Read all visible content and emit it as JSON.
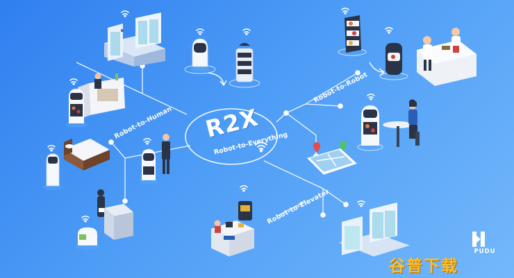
{
  "hub": {
    "title": "R2X",
    "subtitle": "Robot-to-Everything"
  },
  "connections": {
    "robot_to_human": "Robot-to-Human",
    "robot_to_robot": "Robot-to-Robot",
    "robot_to_elevator": "Robot-to-Elevator"
  },
  "logo": {
    "text": "PUDU"
  },
  "watermark": {
    "text": "谷普下载"
  },
  "colors": {
    "background": "#3d8ef4",
    "line": "#ffffff",
    "accent": "#ffbf2e"
  }
}
